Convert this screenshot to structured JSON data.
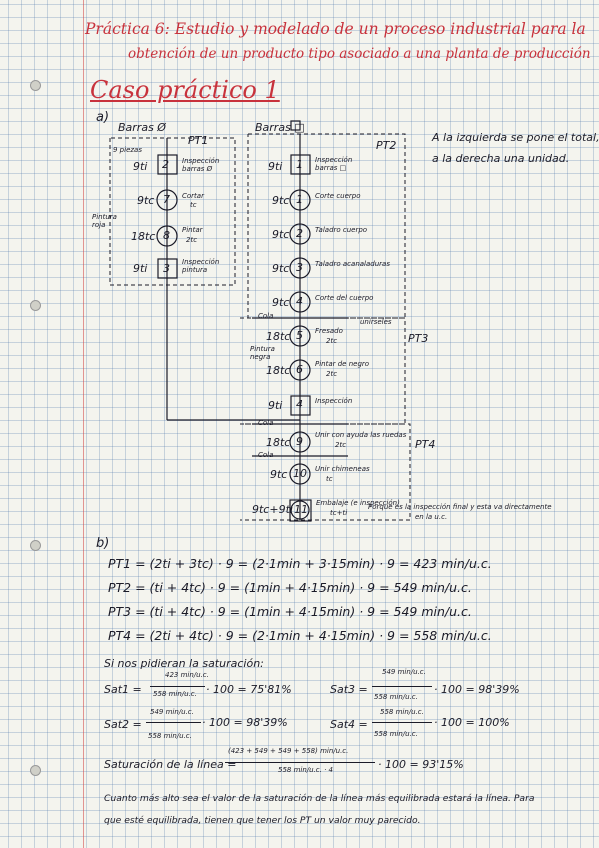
{
  "title": {
    "line1": "Práctica 6: Estudio y modelado de un proceso industrial para la",
    "line2": "obtención de un producto tipo asociado a una planta de producción"
  },
  "case_heading": "Caso práctico 1",
  "section_a": "a)",
  "section_b": "b)",
  "side_note": {
    "line1": "A la izquierda se pone el total,",
    "line2": "a la derecha una unidad."
  },
  "left_branch": {
    "material": "Barras Ø",
    "pt_label": "PT1",
    "parts_note": "9 piezas",
    "paint_note": "Pintura roja",
    "ops": [
      {
        "time": "9ti",
        "symbol": "2",
        "name": "Inspección barras Ø",
        "unit": "ti"
      },
      {
        "time": "9tc",
        "symbol": "7",
        "name": "Cortar",
        "unit": "tc"
      },
      {
        "time": "18tc",
        "symbol": "8",
        "name": "Pintar",
        "unit": "2tc"
      },
      {
        "time": "9ti",
        "symbol": "3",
        "name": "Inspección pintura",
        "unit": "ti"
      }
    ]
  },
  "right_branch": {
    "material": "Barras □",
    "pt_label": "PT2",
    "pt3_label": "PT3",
    "pt4_label": "PT4",
    "queue": "Cola",
    "paint_note": "Pintura negra",
    "joined_note": "unirseles",
    "final_note": "Porque es la inspección final y esta va directamente",
    "final_note2": "en la u.c.",
    "ops": [
      {
        "time": "9ti",
        "symbol": "1",
        "name": "Inspección barras □",
        "unit": "ti"
      },
      {
        "time": "9tc",
        "symbol": "1",
        "name": "Corte cuerpo",
        "unit": "tc"
      },
      {
        "time": "9tc",
        "symbol": "2",
        "name": "Taladro cuerpo",
        "unit": "tc"
      },
      {
        "time": "9tc",
        "symbol": "3",
        "name": "Taladro acanaladuras",
        "unit": "tc"
      },
      {
        "time": "9tc",
        "symbol": "4",
        "name": "Corte del cuerpo",
        "unit": "tc"
      },
      {
        "time": "18tc",
        "symbol": "5",
        "name": "Fresado",
        "unit": "2tc"
      },
      {
        "time": "18tc",
        "symbol": "6",
        "name": "Pintar de negro",
        "unit": "2tc"
      },
      {
        "time": "9ti",
        "symbol": "4",
        "name": "Inspección",
        "unit": "ti"
      },
      {
        "time": "18tc",
        "symbol": "9",
        "name": "Unir con ayuda las ruedas",
        "unit": "2tc"
      },
      {
        "time": "9tc",
        "symbol": "10",
        "name": "Unir chimeneas",
        "unit": "tc"
      },
      {
        "time": "9tc+9ti",
        "symbol": "11",
        "name": "Embalaje (e inspección)",
        "unit": "tc+ti"
      }
    ]
  },
  "equations": [
    "PT1 = (2ti + 3tc) · 9 = (2·1min + 3·15min) · 9 = 423 min/u.c.",
    "PT2 = (ti + 4tc) · 9 = (1min + 4·15min) · 9 = 549 min/u.c.",
    "PT3 = (ti + 4tc) · 9 = (1min + 4·15min) · 9 = 549 min/u.c.",
    "PT4 = (2ti + 4tc) · 9 = (2·1min + 4·15min) · 9 = 558 min/u.c."
  ],
  "saturation": {
    "intro": "Si nos pidieran la saturación:",
    "sat1": {
      "label": "Sat1 =",
      "num": "423 min/u.c.",
      "den": "558 min/u.c.",
      "result": "· 100 = 75'81%"
    },
    "sat2": {
      "label": "Sat2 =",
      "num": "549 min/u.c.",
      "den": "558 min/u.c.",
      "result": "· 100 = 98'39%"
    },
    "sat3": {
      "label": "Sat3 =",
      "num": "549 min/u.c.",
      "den": "558 min/u.c.",
      "result": "· 100 = 98'39%"
    },
    "sat4": {
      "label": "Sat4 =",
      "num": "558 min/u.c.",
      "den": "558 min/u.c.",
      "result": "· 100 = 100%"
    },
    "line_label": "Saturación de la línea =",
    "line_num": "(423 + 549 + 549 + 558) min/u.c.",
    "line_den": "558 min/u.c. · 4",
    "line_result": "· 100 = 93'15%"
  },
  "conclusion": {
    "line1": "Cuanto más alto sea el valor de la saturación de la línea más equilibrada estará la línea. Para",
    "line2": "que esté equilibrada, tienen que tener los PT un valor muy parecido."
  },
  "colors": {
    "ink": "#1b1b28",
    "title_red": "#c8323c"
  }
}
